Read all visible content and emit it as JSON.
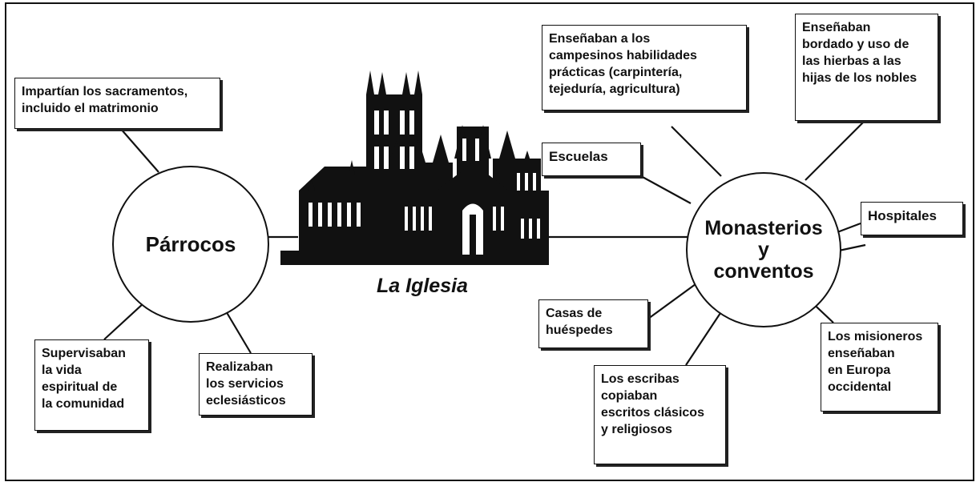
{
  "central_label": "La Iglesia",
  "nodes": {
    "parrocos": "Párrocos",
    "monasterios": "Monasterios\ny\nconventos"
  },
  "parrocos_branches": {
    "sacramentos": "Impartían los sacramentos,\nincluido el matrimonio",
    "supervisaban": "Supervisaban\nla vida\nespiritual de\nla comunidad",
    "realizaban": "Realizaban\nlos servicios\neclesiásticos"
  },
  "monasterios_branches": {
    "campesinos": "Enseñaban a los\ncampesinos habilidades\nprácticas (carpintería,\ntejeduría, agricultura)",
    "bordado": "Enseñaban\nbordado y uso de\nlas hierbas a las\nhijas de los nobles",
    "escuelas": "Escuelas",
    "hospitales": "Hospitales",
    "casas": "Casas de\nhuéspedes",
    "escribas": "Los escribas\ncopiaban\nescritos clásicos\ny religiosos",
    "misioneros": "Los misioneros\nenseñaban\nen Europa\noccidental"
  },
  "colors": {
    "ink": "#111111",
    "background": "#ffffff"
  }
}
